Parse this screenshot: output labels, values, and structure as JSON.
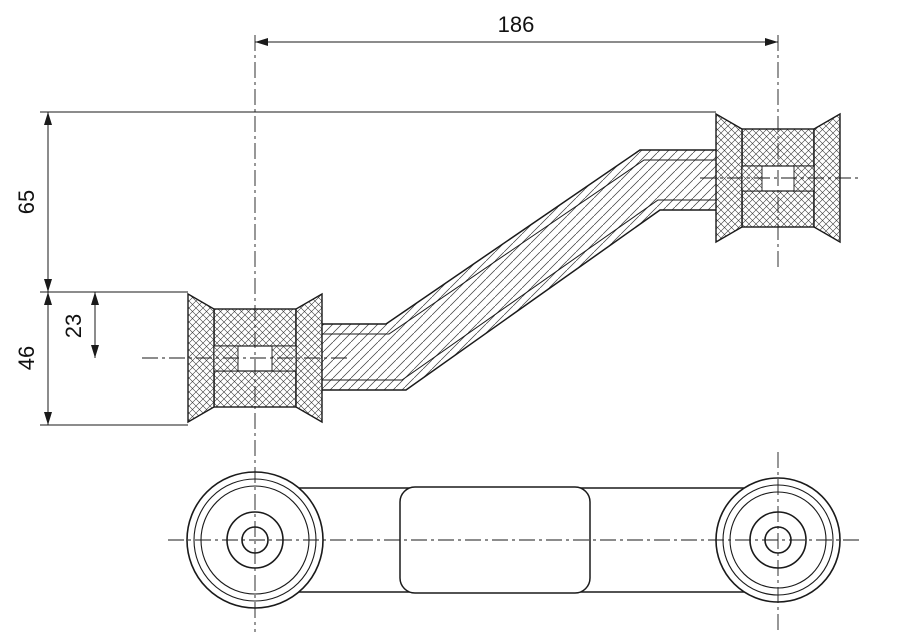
{
  "drawing": {
    "type": "technical-drawing",
    "part": "z-shaped-link-arm-with-bushings",
    "line_color": "#1a1a1a",
    "background_color": "#ffffff",
    "dimensions": {
      "horizontal_center_distance": "186",
      "vertical_offset": "65",
      "bushing_height": "46",
      "half_bushing_height": "23"
    }
  }
}
